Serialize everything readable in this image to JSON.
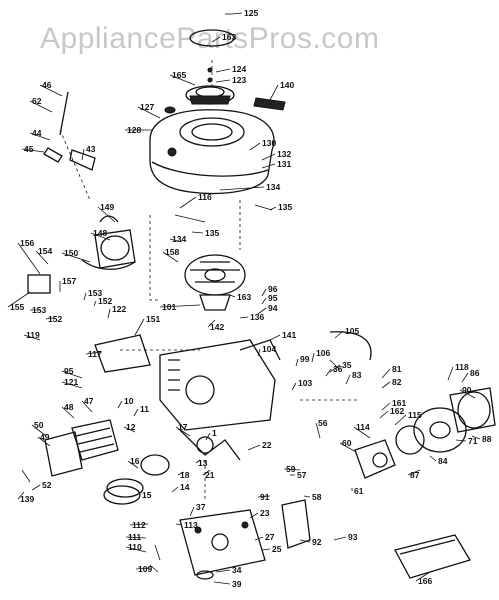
{
  "watermark": "AppliancePartsPros.com",
  "labels": [
    "125",
    "163",
    "165",
    "124",
    "123",
    "140",
    "127",
    "128",
    "46",
    "62",
    "44",
    "45",
    "43",
    "130",
    "132",
    "131",
    "134",
    "135",
    "116",
    "149",
    "148",
    "135",
    "134",
    "156",
    "154",
    "150",
    "158",
    "155",
    "157",
    "153",
    "152",
    "153",
    "152",
    "122",
    "119",
    "151",
    "117",
    "101",
    "163",
    "142",
    "136",
    "96",
    "95",
    "94",
    "141",
    "105",
    "106",
    "99",
    "104",
    "95",
    "121",
    "103",
    "36",
    "35",
    "83",
    "81",
    "82",
    "161",
    "162",
    "115",
    "118",
    "86",
    "90",
    "47",
    "10",
    "11",
    "48",
    "50",
    "49",
    "12",
    "52",
    "139",
    "16",
    "17",
    "14",
    "15",
    "18",
    "13",
    "21",
    "1",
    "22",
    "57",
    "56",
    "59",
    "58",
    "61",
    "60",
    "84",
    "87",
    "71",
    "88",
    "114",
    "113",
    "112",
    "111",
    "110",
    "109",
    "37",
    "23",
    "27",
    "25",
    "34",
    "39",
    "91",
    "92",
    "93",
    "166"
  ]
}
